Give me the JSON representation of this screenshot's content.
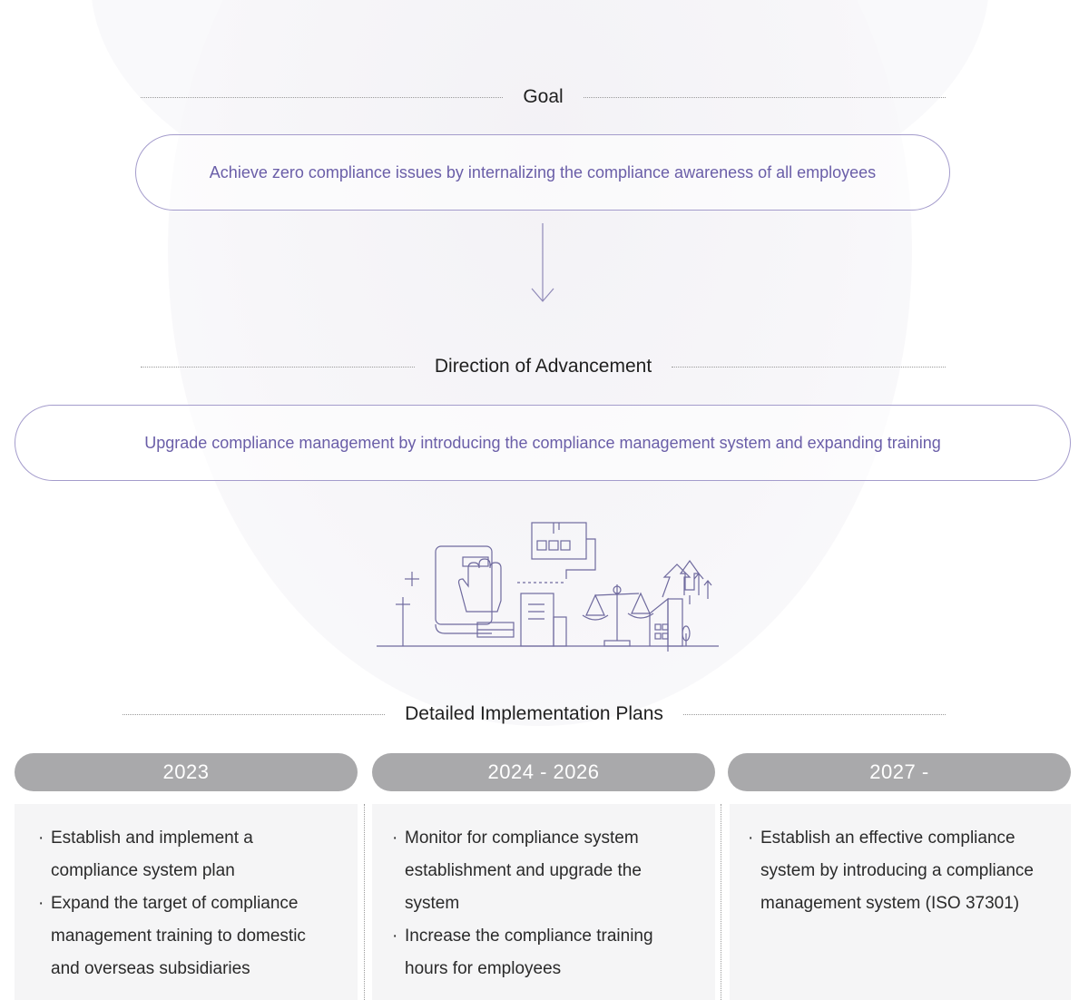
{
  "goal": {
    "title": "Goal",
    "text": "Achieve zero compliance issues by internalizing the compliance awareness of all employees"
  },
  "direction": {
    "title": "Direction of Advancement",
    "text": "Upgrade compliance management by introducing the compliance management system and expanding training"
  },
  "plans": {
    "title": "Detailed Implementation Plans",
    "bullet": "·",
    "columns": [
      {
        "year": "2023",
        "items": [
          "Establish and implement a compliance system plan",
          "Expand the target of compliance management training to domestic and overseas subsidiaries"
        ]
      },
      {
        "year": "2024 - 2026",
        "items": [
          "Monitor for compliance system establishment and upgrade the system",
          "Increase the compliance training hours for employees"
        ]
      },
      {
        "year": "2027 -",
        "items": [
          "Establish an effective compliance system by introducing a compliance management system (ISO 37301)"
        ]
      }
    ]
  },
  "colors": {
    "accent": "#6a5ea8",
    "pill_border": "#a49ccc",
    "year_tab": "#a9a9ab",
    "plan_bg": "#f5f5f6",
    "illustration_stroke": "#6f6a9e"
  },
  "icons": {
    "illustration": "compliance-city-illustration",
    "arrow": "down-arrow-icon"
  }
}
